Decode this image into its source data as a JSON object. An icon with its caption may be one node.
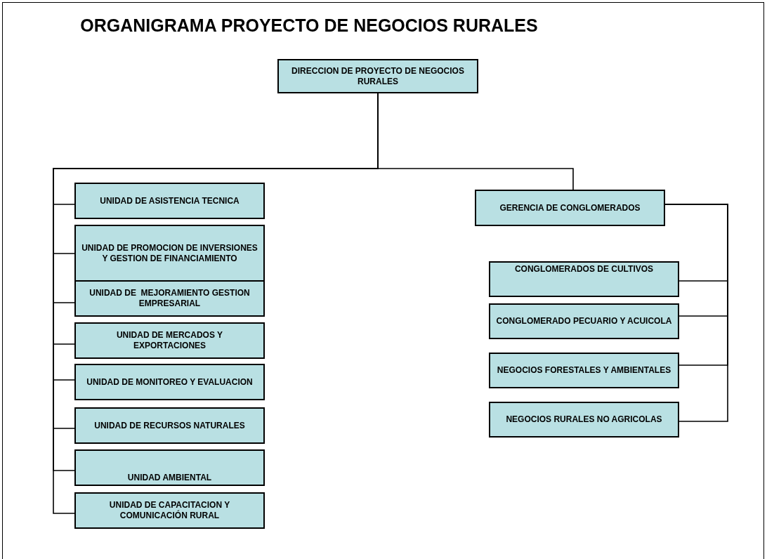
{
  "diagram": {
    "title": "ORGANIGRAMA PROYECTO DE NEGOCIOS RURALES",
    "nodes": [
      {
        "text": [
          "DIRECCION DE PROYECTO DE NEGOCIOS RURALES"
        ]
      },
      {
        "text": [
          "UNIDAD DE ASISTENCIA TECNICA"
        ]
      },
      {
        "text": [
          "UNIDAD DE PROMOCION DE INVERSIONES Y GESTION DE FINANCIAMIENTO"
        ]
      },
      {
        "text": [
          "UNIDAD DE  MEJORAMIENTO GESTION EMPRESARIAL"
        ]
      },
      {
        "text": [
          "UNIDAD DE MERCADOS Y EXPORTACIONES"
        ]
      },
      {
        "text": [
          "UNIDAD DE MONITOREO Y EVALUACION"
        ]
      },
      {
        "text": [
          "UNIDAD DE RECURSOS NATURALES"
        ]
      },
      {
        "text": [
          "UNIDAD AMBIENTAL"
        ]
      },
      {
        "text": [
          "UNIDAD DE CAPACITACION Y COMUNICACIÓN RURAL"
        ]
      },
      {
        "text": [
          "GERENCIA DE CONGLOMERADOS"
        ]
      },
      {
        "text": [
          "CONGLOMERADOS DE CULTIVOS"
        ]
      },
      {
        "text": [
          "CONGLOMERADO PECUARIO Y ACUICOLA"
        ]
      },
      {
        "text": [
          "NEGOCIOS FORESTALES Y AMBIENTALES"
        ]
      },
      {
        "text": [
          "NEGOCIOS RURALES NO AGRICOLAS"
        ]
      }
    ],
    "edges": [
      {
        "from": 0,
        "to": 1,
        "arrow": "none"
      },
      {
        "from": 0,
        "to": 2,
        "arrow": "none"
      },
      {
        "from": 0,
        "to": 3,
        "arrow": "none"
      },
      {
        "from": 0,
        "to": 4,
        "arrow": "none"
      },
      {
        "from": 0,
        "to": 5,
        "arrow": "none"
      },
      {
        "from": 0,
        "to": 6,
        "arrow": "none"
      },
      {
        "from": 0,
        "to": 7,
        "arrow": "none"
      },
      {
        "from": 0,
        "to": 8,
        "arrow": "none"
      },
      {
        "from": 0,
        "to": 9,
        "arrow": "none"
      },
      {
        "from": 9,
        "to": 10,
        "arrow": "none"
      },
      {
        "from": 9,
        "to": 11,
        "arrow": "none"
      },
      {
        "from": 9,
        "to": 12,
        "arrow": "none"
      },
      {
        "from": 9,
        "to": 13,
        "arrow": "none"
      }
    ]
  }
}
